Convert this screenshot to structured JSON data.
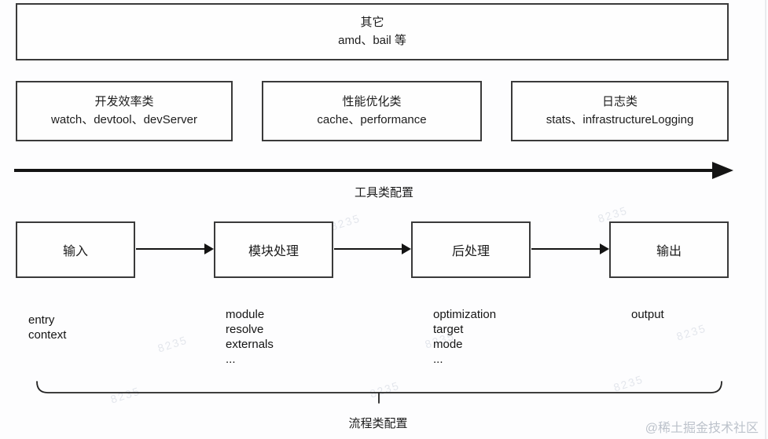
{
  "diagram": {
    "other_box": {
      "title": "其它",
      "items": "amd、bail 等"
    },
    "tool_section": {
      "boxes": [
        {
          "title": "开发效率类",
          "items": "watch、devtool、devServer"
        },
        {
          "title": "性能优化类",
          "items": "cache、performance"
        },
        {
          "title": "日志类",
          "items": "stats、infrastructureLogging"
        }
      ],
      "axis_label": "工具类配置"
    },
    "flow_section": {
      "stages": [
        {
          "label": "输入",
          "options": [
            "entry",
            "context"
          ]
        },
        {
          "label": "模块处理",
          "options": [
            "module",
            "resolve",
            "externals",
            "..."
          ]
        },
        {
          "label": "后处理",
          "options": [
            "optimization",
            "target",
            "mode",
            "..."
          ]
        },
        {
          "label": "输出",
          "options": [
            "output"
          ]
        }
      ],
      "brace_label": "流程类配置"
    },
    "watermark": {
      "corner": "@稀土掘金技术社区",
      "tile": "8235"
    }
  },
  "colors": {
    "border": "#3a3a3a",
    "arrow": "#141414",
    "watermark": "#bcc2cb"
  }
}
